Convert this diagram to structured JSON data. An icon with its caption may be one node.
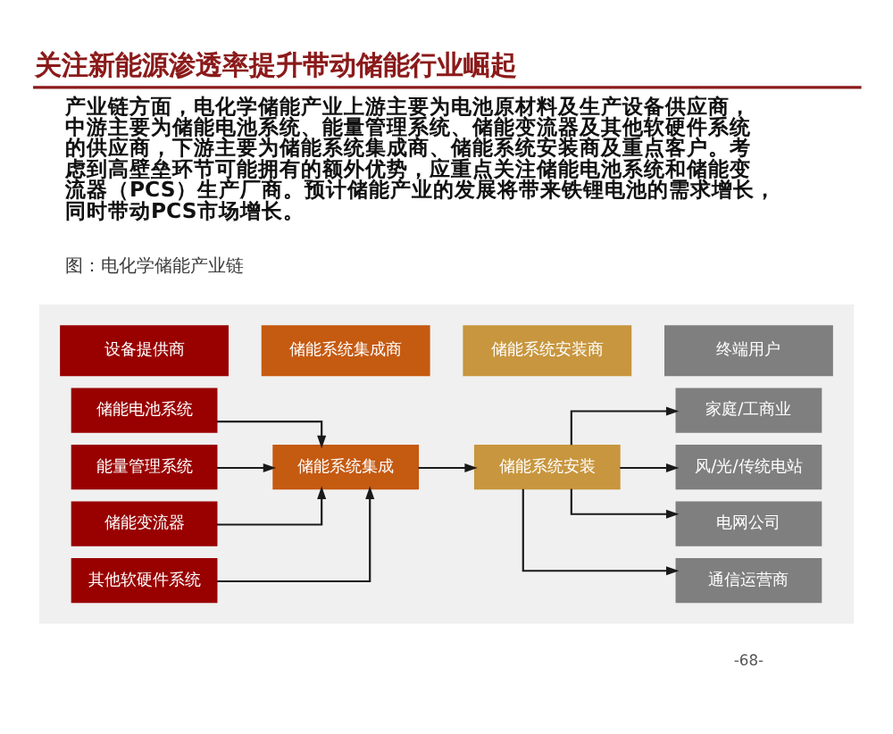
{
  "diagram": {
    "title": "关注新能源渗透率提升带动储能行业崛起",
    "caption": "图：电化学储能产业链",
    "nodes": [
      {
        "text": [],
        "shape": "box"
      },
      {
        "text": [
          "设备提供商"
        ],
        "in": 0
      },
      {
        "text": [
          "储能系统集成商"
        ],
        "in": 0
      },
      {
        "text": [
          "储能系统安装商"
        ],
        "in": 0
      },
      {
        "text": [
          "终端用户"
        ],
        "in": 0
      },
      {
        "text": [
          "储能电池系统"
        ],
        "in": 0
      },
      {
        "text": [
          "能量管理系统"
        ],
        "in": 0
      },
      {
        "text": [
          "储能变流器"
        ],
        "in": 0
      },
      {
        "text": [
          "其他软硬件系统"
        ],
        "in": 0
      },
      {
        "text": [
          "储能系统集成"
        ],
        "in": 0
      },
      {
        "text": [
          "储能系统安装"
        ],
        "in": 0
      },
      {
        "text": [
          "家庭/工商业"
        ],
        "in": 0
      },
      {
        "text": [
          "风/光/传统电站"
        ],
        "in": 0
      },
      {
        "text": [
          "电网公司"
        ],
        "in": 0
      },
      {
        "text": [
          "通信运营商"
        ],
        "in": 0
      }
    ],
    "edges": [
      {
        "from": 5,
        "to": 9,
        "arrow": "to"
      },
      {
        "from": 6,
        "to": 9,
        "arrow": "to"
      },
      {
        "from": 7,
        "to": 9,
        "arrow": "to"
      },
      {
        "from": 8,
        "to": 9,
        "arrow": "to"
      },
      {
        "from": 9,
        "to": 10,
        "arrow": "to"
      },
      {
        "from": 10,
        "to": 11,
        "arrow": "to"
      },
      {
        "from": 10,
        "to": 12,
        "arrow": "to"
      },
      {
        "from": 10,
        "to": 13,
        "arrow": "to"
      },
      {
        "from": 10,
        "to": 14,
        "arrow": "to"
      }
    ],
    "labels": [
      "产业链方面，电化学储能产业上游主要为电池原材料及生产设备供应商，中游主要为储能电池系统、能量管理系统、储能变流器及其他软硬件系统的供应商，下游主要为储能系统集成商、储能系统安装商及重点客户。考虑到高壁垒环节可能拥有的额外优势，应重点关注储能电池系统和储能变流器（PCS）生产厂商。预计储能产业的发展将带来铁锂电池的需求增长，同时带动PCS市场增长。",
      "-68-"
    ]
  }
}
